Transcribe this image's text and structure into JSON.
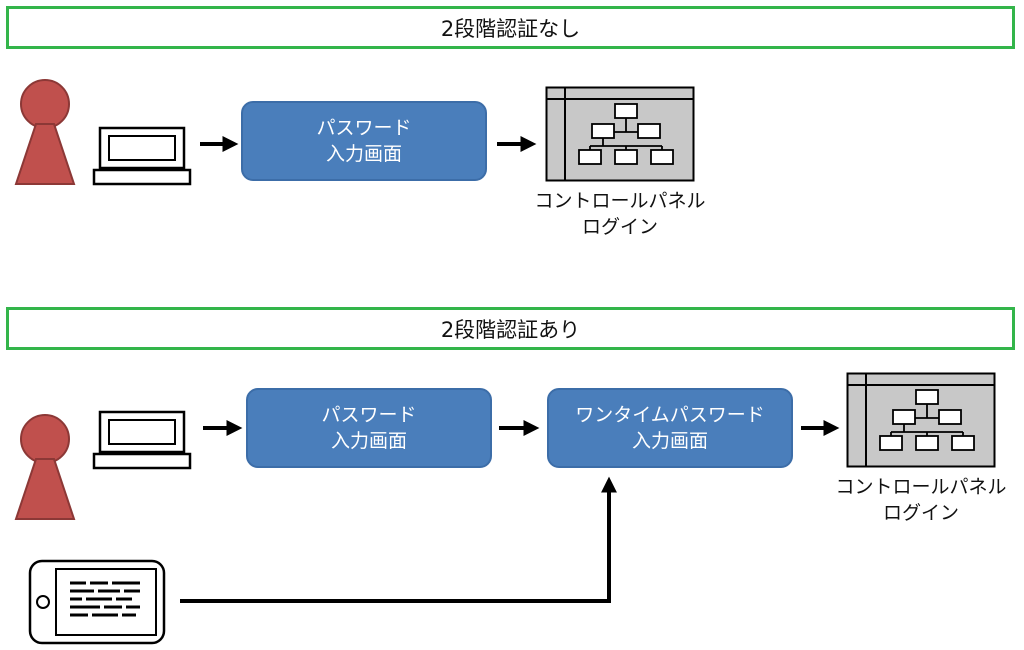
{
  "sections": [
    {
      "header": "2段階認証なし",
      "password_box": {
        "line1": "パスワード",
        "line2": "入力画面"
      },
      "panel_caption": {
        "line1": "コントロールパネル",
        "line2": "ログイン"
      }
    },
    {
      "header": "2段階認証あり",
      "password_box": {
        "line1": "パスワード",
        "line2": "入力画面"
      },
      "otp_box": {
        "line1": "ワンタイムパスワード",
        "line2": "入力画面"
      },
      "panel_caption": {
        "line1": "コントロールパネル",
        "line2": "ログイン"
      }
    }
  ],
  "colors": {
    "header_border": "#33b54a",
    "box_fill": "#4a7ebb",
    "user_fill": "#c0504d",
    "panel_fill": "#c8c8c8"
  },
  "icons": [
    "user-icon",
    "laptop-icon",
    "control-panel-icon",
    "tablet-icon",
    "arrow-icon"
  ]
}
